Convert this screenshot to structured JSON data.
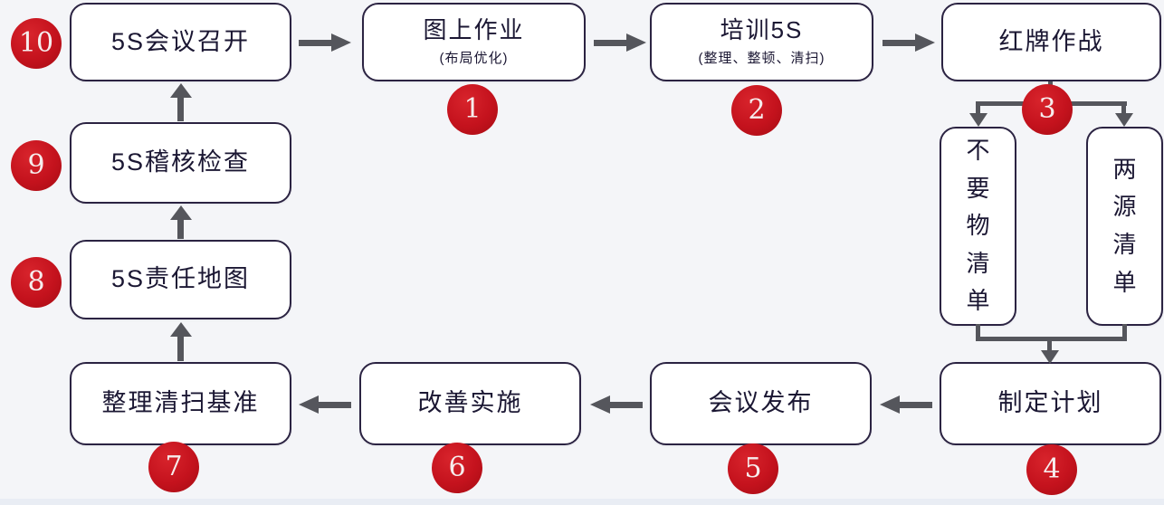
{
  "flow": {
    "steps": [
      {
        "num": "1",
        "label": "图上作业",
        "sub": "(布局优化)"
      },
      {
        "num": "2",
        "label": "培训5S",
        "sub": "(整理、整顿、清扫)"
      },
      {
        "num": "3",
        "label": "红牌作战",
        "sub": ""
      },
      {
        "num": "4",
        "label": "制定计划",
        "sub": ""
      },
      {
        "num": "5",
        "label": "会议发布",
        "sub": ""
      },
      {
        "num": "6",
        "label": "改善实施",
        "sub": ""
      },
      {
        "num": "7",
        "label": "整理清扫基准",
        "sub": ""
      },
      {
        "num": "8",
        "label": "5S责任地图",
        "sub": ""
      },
      {
        "num": "9",
        "label": "5S稽核检查",
        "sub": ""
      },
      {
        "num": "10",
        "label": "5S会议召开",
        "sub": ""
      }
    ],
    "checklists": [
      {
        "label": "不要物清单"
      },
      {
        "label": "两源清单"
      }
    ],
    "colors": {
      "badge_red": "#c4121d",
      "arrow_gray": "#55565c",
      "box_border": "#2b2342",
      "box_fill": "#ffffff",
      "background": "#f4f5f8",
      "text": "#1b1733"
    }
  }
}
